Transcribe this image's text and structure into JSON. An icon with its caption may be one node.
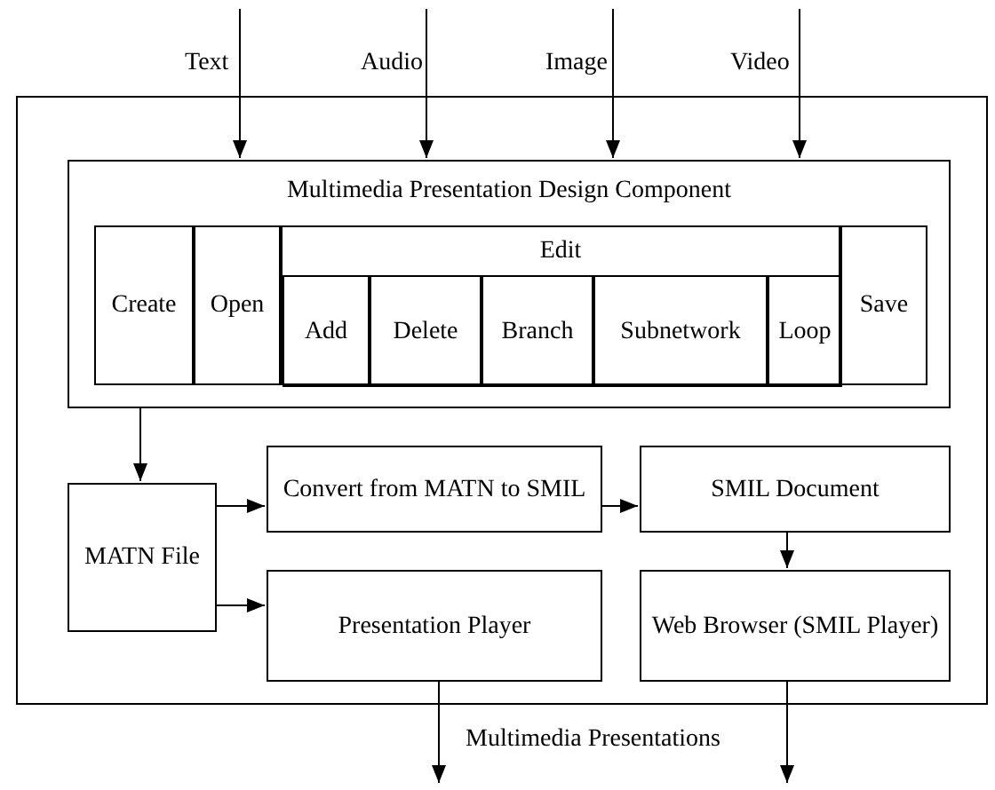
{
  "diagram": {
    "nodes": [
      {
        "text": [],
        "shape": "box"
      },
      {
        "text": [
          "Multimedia Presentation Design Component"
        ],
        "in": 0
      },
      {
        "text": [
          "Create"
        ],
        "in": 1
      },
      {
        "text": [
          "Open"
        ],
        "in": 1
      },
      {
        "text": [
          "Edit"
        ],
        "in": 1
      },
      {
        "text": [
          "Add"
        ],
        "in": 4
      },
      {
        "text": [
          "Delete"
        ],
        "in": 4
      },
      {
        "text": [
          "Branch"
        ],
        "in": 4
      },
      {
        "text": [
          "Subnetwork"
        ],
        "in": 4
      },
      {
        "text": [
          "Loop"
        ],
        "in": 4
      },
      {
        "text": [
          "Save"
        ],
        "in": 1
      },
      {
        "text": [
          "MATN File"
        ],
        "in": 0
      },
      {
        "text": [
          "Convert from MATN to SMIL"
        ],
        "in": 0
      },
      {
        "text": [
          "SMIL Document"
        ],
        "in": 0
      },
      {
        "text": [
          "Presentation Player"
        ],
        "in": 0
      },
      {
        "text": [
          "Web Browser (SMIL Player)"
        ],
        "in": 0
      }
    ],
    "edges": [
      {
        "from": null,
        "to": 1,
        "arrow": "to",
        "label": "Text"
      },
      {
        "from": null,
        "to": 1,
        "arrow": "to",
        "label": "Audio"
      },
      {
        "from": null,
        "to": 1,
        "arrow": "to",
        "label": "Image"
      },
      {
        "from": null,
        "to": 1,
        "arrow": "to",
        "label": "Video"
      },
      {
        "from": 1,
        "to": 11,
        "arrow": "to"
      },
      {
        "from": 11,
        "to": 12,
        "arrow": "to"
      },
      {
        "from": 11,
        "to": 14,
        "arrow": "to"
      },
      {
        "from": 12,
        "to": 13,
        "arrow": "to"
      },
      {
        "from": 13,
        "to": 15,
        "arrow": "to"
      },
      {
        "from": 14,
        "to": null,
        "arrow": "to"
      },
      {
        "from": 15,
        "to": null,
        "arrow": "to"
      }
    ],
    "labels": [
      "Multimedia Presentations"
    ]
  }
}
